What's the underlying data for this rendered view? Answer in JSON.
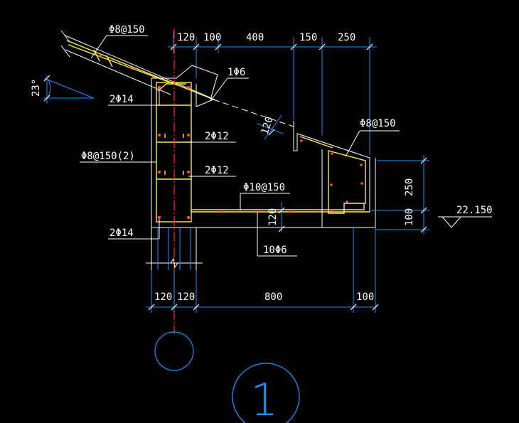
{
  "top_dims": [
    "120",
    "100",
    "400",
    "150",
    "250"
  ],
  "bottom_dims": [
    "120",
    "120",
    "800",
    "100"
  ],
  "right_dims": [
    "250",
    "100"
  ],
  "rebar_labels": {
    "slab_stirrup": "Φ8@150",
    "top_corner": "1Φ6",
    "beam_top": "2Φ14",
    "beam_mid1": "2Φ12",
    "beam_mid2": "2Φ12",
    "beam_stirrup": "Φ8@150(2)",
    "beam_bottom": "2Φ14",
    "upstand_stirrup": "Φ8@150",
    "gutter_bottom": "Φ10@150",
    "gutter_long": "10Φ6"
  },
  "slab_thickness": "120",
  "gutter_thickness": "120",
  "angle": "23°",
  "elevation": "22.150",
  "detail_number": "1",
  "colors": {
    "background": "#000000",
    "dimension": "#1e90ff",
    "rebar": "#ffe94a",
    "axis": "#ff2a2a",
    "text": "#ffffff"
  }
}
